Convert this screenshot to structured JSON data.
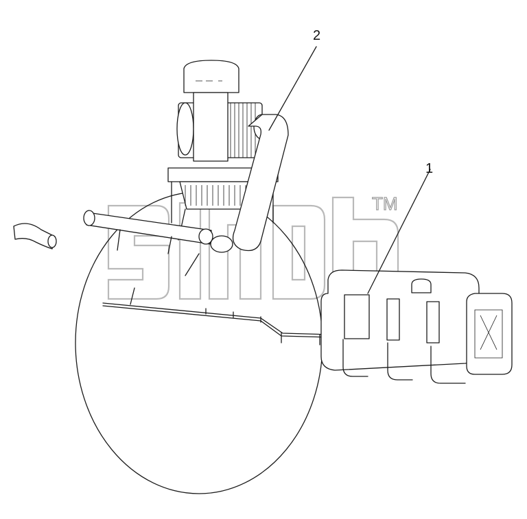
{
  "callouts": [
    {
      "label": "1"
    },
    {
      "label": "2"
    }
  ],
  "watermark": {
    "trademark": "TM"
  },
  "icons": [
    "air-filter-icon",
    "intake-pipe-icon",
    "hose-icon",
    "fuel-tank-icon",
    "fuel-filter-icon",
    "fuel-line-icon"
  ],
  "colors": {
    "line": "#1a1a1a",
    "watermark": "#b9b9b9",
    "background": "#ffffff"
  }
}
